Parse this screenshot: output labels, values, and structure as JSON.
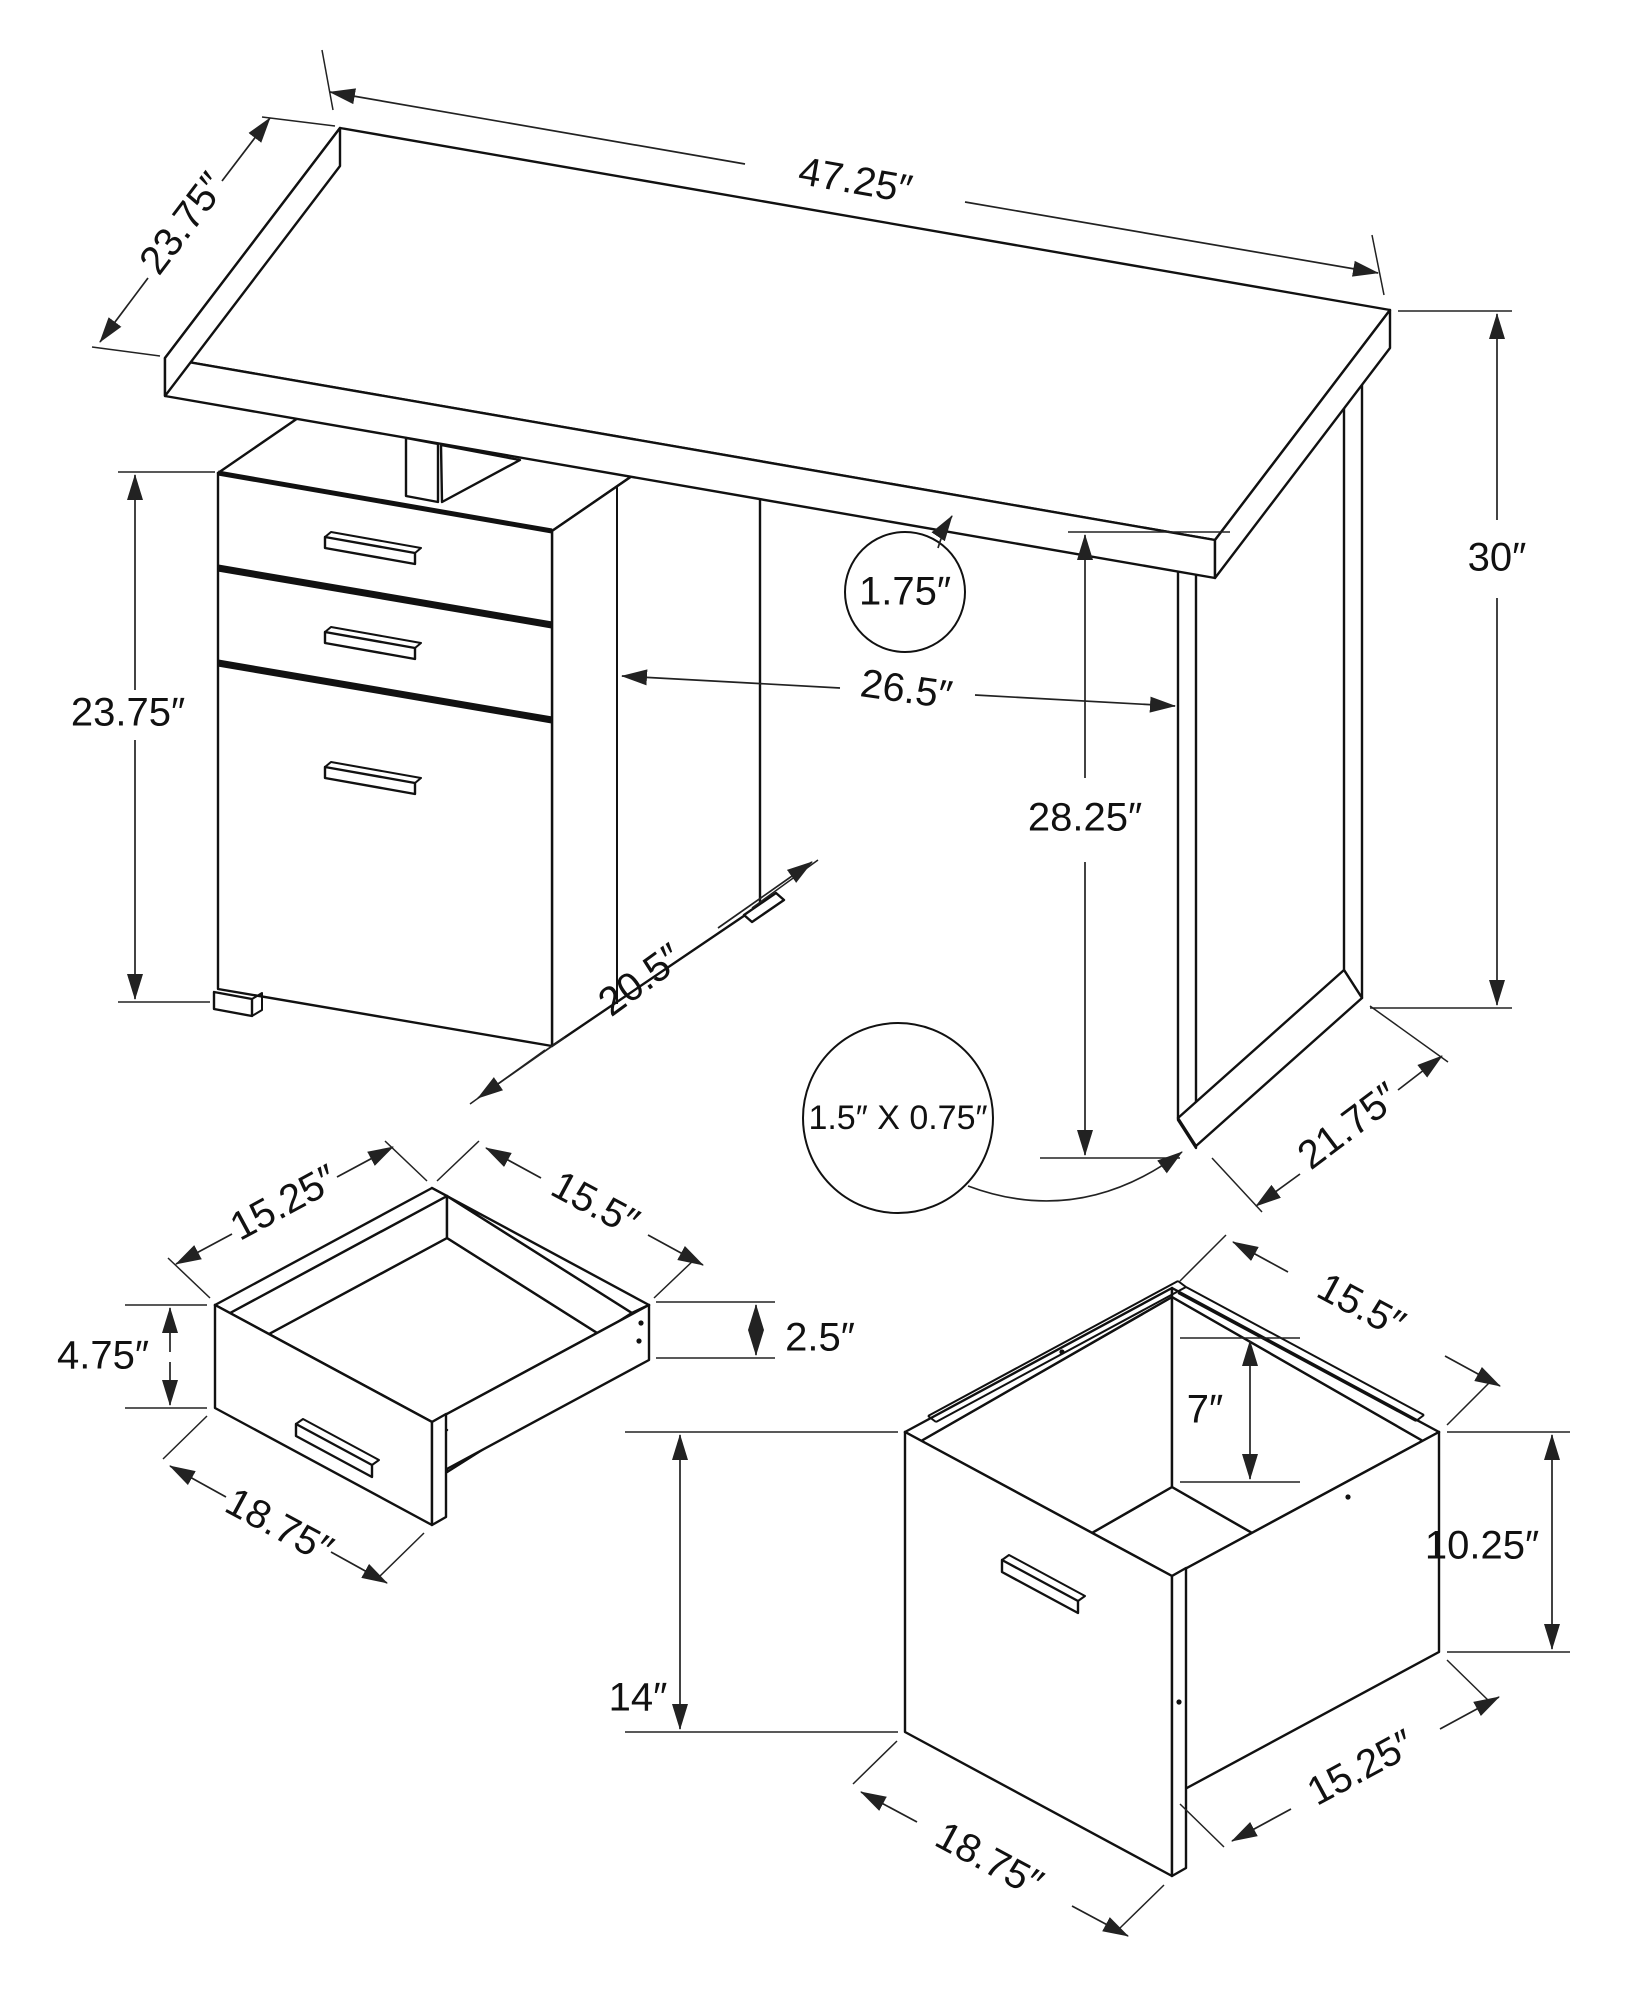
{
  "figure": {
    "kind": "furniture dimension diagram",
    "views": [
      "desk isometric",
      "small drawer detail",
      "file drawer detail"
    ]
  },
  "dims": {
    "desk": {
      "top_depth": "23.75″",
      "top_width": "47.25″",
      "overall_height": "30″",
      "top_thickness": "1.75″",
      "kneehole_width": "26.5″",
      "kneehole_height": "28.25″",
      "pedestal_height": "23.75″",
      "pedestal_depth": "20.5″",
      "leg_base_depth": "21.75″",
      "leg_profile": "1.5″ X 0.75″"
    },
    "small_drawer": {
      "inner_width": "15.25″",
      "inner_depth": "15.5″",
      "front_height": "4.75″",
      "side_height": "2.5″",
      "front_width": "18.75″"
    },
    "file_drawer": {
      "inner_depth": "15.5″",
      "file_rail_height": "7″",
      "front_height": "14″",
      "side_height": "10.25″",
      "front_width": "18.75″",
      "bottom_depth": "15.25″"
    }
  }
}
